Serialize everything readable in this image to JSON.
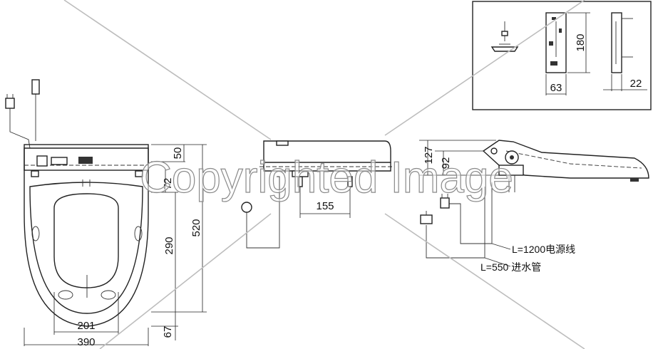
{
  "dimensions": {
    "d50": "50",
    "d72": "72",
    "d290": "290",
    "d520": "520",
    "d201": "201",
    "d390": "390",
    "d67": "67",
    "d155": "155",
    "d127": "127",
    "d92": "92",
    "d180": "180",
    "d63": "63",
    "d22": "22"
  },
  "labels": {
    "power_cord": "L=1200电源线",
    "water_hose": "L=550 进水管"
  },
  "watermark": "Copyrighted Image"
}
